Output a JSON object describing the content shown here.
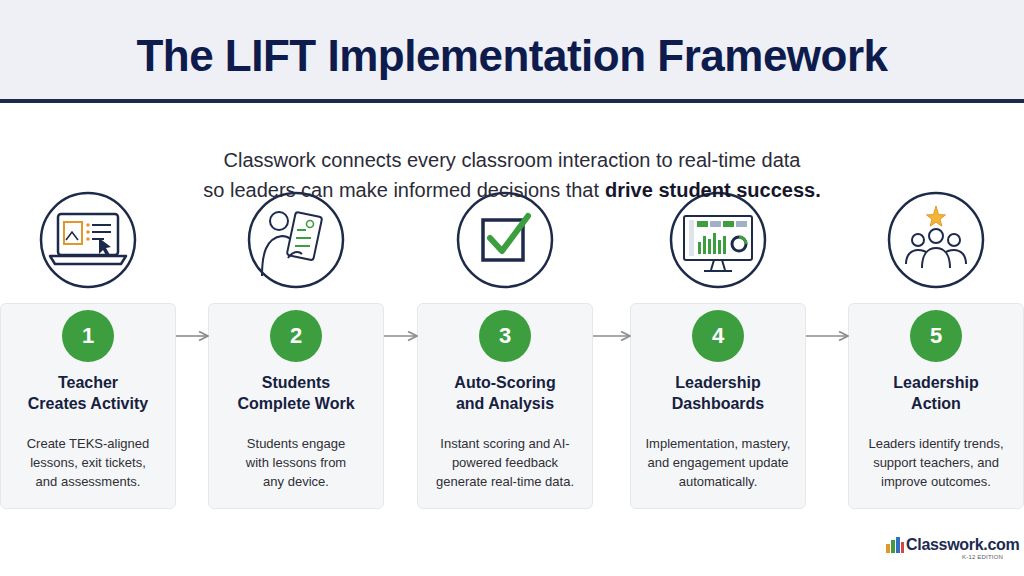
{
  "diagram": {
    "title": "The LIFT Implementation Framework",
    "nodes": [
      {
        "text": [
          "Teacher Creates Activity",
          "Create TEKS-aligned lessons, exit tickets, and assessments."
        ]
      },
      {
        "text": [
          "1"
        ],
        "in": 0
      },
      {
        "text": [
          "Students Complete Work",
          "Students engage with lessons from any device."
        ]
      },
      {
        "text": [
          "2"
        ],
        "in": 2
      },
      {
        "text": [
          "Auto-Scoring and Analysis",
          "Instant scoring and AI-powered feedback generate real-time data."
        ]
      },
      {
        "text": [
          "3"
        ],
        "in": 4
      },
      {
        "text": [
          "Leadership Dashboards",
          "Implementation, mastery, and engagement update automatically."
        ]
      },
      {
        "text": [
          "4"
        ],
        "in": 6
      },
      {
        "text": [
          "Leadership Action",
          "Leaders identify trends, support teachers, and improve outcomes."
        ]
      },
      {
        "text": [
          "5"
        ],
        "in": 8
      }
    ],
    "edges": [
      {
        "from": 0,
        "to": 2,
        "arrow": "to"
      },
      {
        "from": 2,
        "to": 4,
        "arrow": "to"
      },
      {
        "from": 4,
        "to": 6,
        "arrow": "to"
      },
      {
        "from": 6,
        "to": 8,
        "arrow": "to"
      }
    ],
    "labels": [
      "Classwork connects every classroom interaction to real-time data",
      "so leaders can make informed decisions that",
      "drive student success.",
      "Classwork.com",
      "K-12 EDITION"
    ]
  }
}
